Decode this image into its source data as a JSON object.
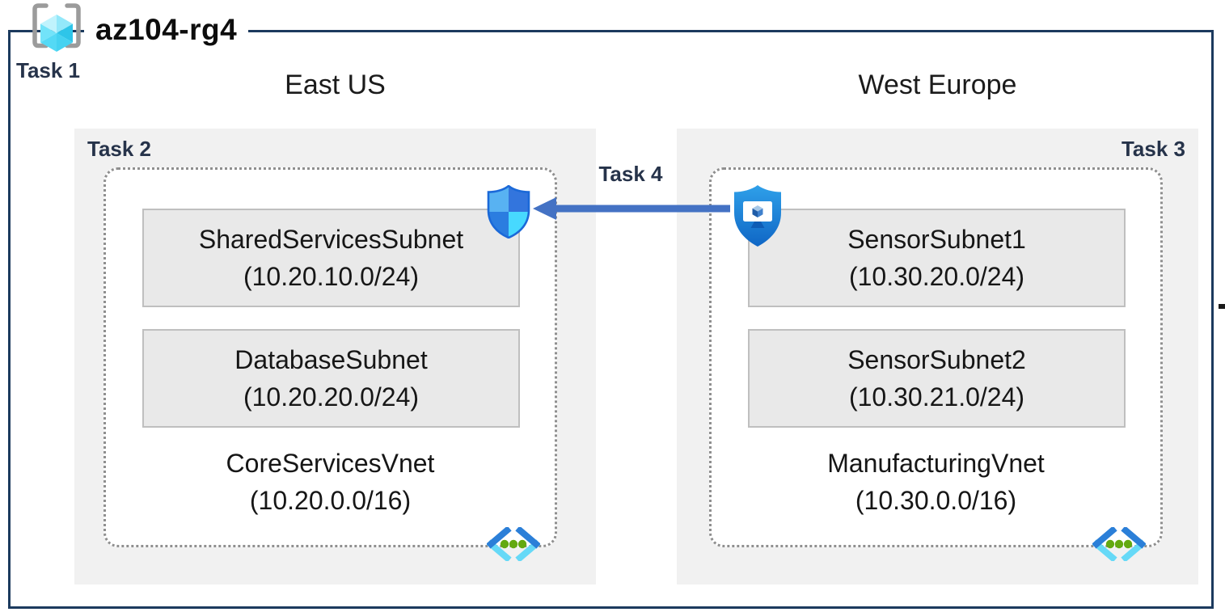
{
  "title": "az104-rg4",
  "task_labels": {
    "task1": "Task 1",
    "task2": "Task 2",
    "task3": "Task 3",
    "task4": "Task 4"
  },
  "regions": [
    {
      "name": "East US",
      "task": "Task 2",
      "vnet": {
        "name": "CoreServicesVnet",
        "cidr": "(10.20.0.0/16)",
        "subnets": [
          {
            "name": "SharedServicesSubnet",
            "cidr": "(10.20.10.0/24)"
          },
          {
            "name": "DatabaseSubnet",
            "cidr": "(10.20.20.0/24)"
          }
        ]
      }
    },
    {
      "name": "West Europe",
      "task": "Task 3",
      "vnet": {
        "name": "ManufacturingVnet",
        "cidr": "(10.30.0.0/16)",
        "subnets": [
          {
            "name": "SensorSubnet1",
            "cidr": "(10.30.20.0/24)"
          },
          {
            "name": "SensorSubnet2",
            "cidr": "(10.30.21.0/24)"
          }
        ]
      }
    }
  ],
  "connection": {
    "label": "Task 4",
    "direction": "west-europe-to-east-us"
  },
  "icons": {
    "resource_group": "resource-group-icon",
    "nsg_shield": "network-security-shield-icon",
    "bastion": "bastion-shield-monitor-icon",
    "vnet_peering": "vnet-peering-chevrons-icon"
  },
  "colors": {
    "boundary": "#1c3a5e",
    "task_text": "#26334a",
    "region_bg": "#f1f1f1",
    "subnet_bg": "#e9e9e9",
    "subnet_border": "#bfbfbf",
    "dashed_border": "#8f8f8f",
    "arrow": "#4472c4",
    "peering_green": "#63a911",
    "cube_cyan": "#5fdef8"
  }
}
